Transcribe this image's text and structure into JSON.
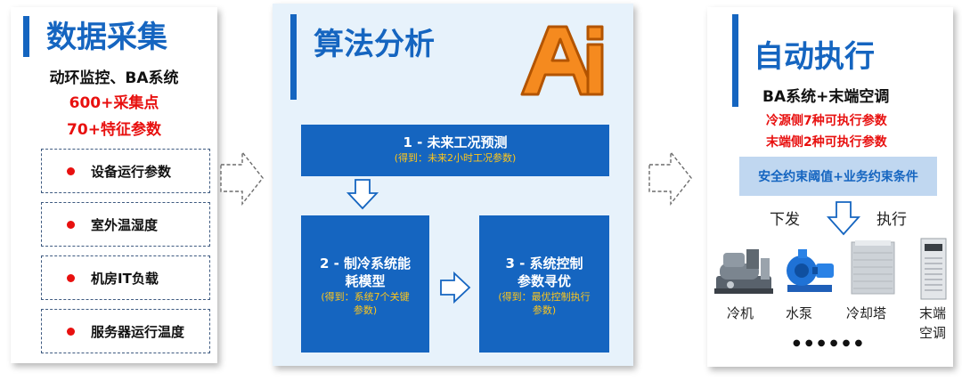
{
  "panel_collect": {
    "title": "数据采集",
    "subtitle": "动环监控、BA系统",
    "point_count": "600+采集点",
    "feature_count": "70+特征参数",
    "items": [
      "设备运行参数",
      "室外温湿度",
      "机房IT负载",
      "服务器运行温度"
    ]
  },
  "panel_algo": {
    "title": "算法分析",
    "logo_text": "Ai",
    "step1": {
      "title": "1 - 未来工况预测",
      "detail": "(得到：未来2小时工况参数)"
    },
    "step2": {
      "title_line1": "2 - 制冷系统能",
      "title_line2": "耗模型",
      "detail_line1": "(得到：系统7个关键",
      "detail_line2": "参数)"
    },
    "step3": {
      "title_line1": "3 - 系统控制",
      "title_line2": "参数寻优",
      "detail_line1": "(得到：最优控制执行",
      "detail_line2": "参数)"
    }
  },
  "panel_exec": {
    "title": "自动执行",
    "subtitle": "BA系统+末端空调",
    "source_params": "冷源侧7种可执行参数",
    "terminal_params": "末端侧2种可执行参数",
    "constraint": "安全约束阈值+业务约束条件",
    "issue_label": "下发",
    "execute_label": "执行",
    "equipment": {
      "chiller": "冷机",
      "pump": "水泵",
      "tower": "冷却塔",
      "terminal_line1": "末端",
      "terminal_line2": "空调"
    },
    "ellipsis": "● ● ● ● ● ●"
  },
  "colors": {
    "brand_blue": "#1565c0",
    "highlight_red": "#e8100f",
    "detail_yellow": "#ffc61a",
    "panel_light": "#e7f2fb",
    "constraint_bg": "#c0d7f0",
    "logo_orange": "#ef7a1b"
  }
}
